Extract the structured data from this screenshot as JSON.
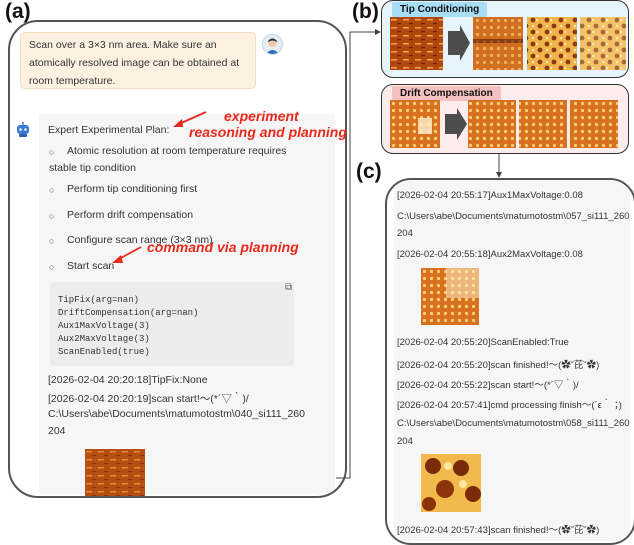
{
  "labels": {
    "a": "(a)",
    "b": "(b)",
    "c": "(c)"
  },
  "panel_a": {
    "user_message_lines": [
      "Scan over a 3×3 nm area. Make sure an",
      "atomically resolved image can be obtained at",
      "room temperature."
    ],
    "plan_title": "Expert Experimental Plan:",
    "plan_items": [
      "Atomic resolution at room temperature requires",
      "stable tip condition",
      "Perform tip conditioning first",
      "Perform drift compensation",
      "Configure scan range (3×3 nm)",
      "Start scan"
    ],
    "code_lines": "TipFix(arg=nan)\nDriftCompensation(arg=nan)\nAux1MaxVoltage(3)\nAux2MaxVoltage(3)\nScanEnabled(true)",
    "logs": [
      "[2026-02-04 20:20:18]TipFix:None",
      "[2026-02-04 20:20:19]scan start!～(*´▽｀)/",
      "C:\\Users\\abe\\Documents\\matumotostm\\040_si111_260",
      "204"
    ],
    "annotation_reasoning_1": "experiment",
    "annotation_reasoning_2": "reasoning  and planning",
    "annotation_command": "command via planning"
  },
  "panel_b": {
    "tip_title": "Tip Conditioning",
    "drift_title": "Drift Compensation"
  },
  "panel_c": {
    "logs": [
      "[2026-02-04 20:55:17]Aux1MaxVoltage:0.08",
      "C:\\Users\\abe\\Documents\\matumotostm\\057_si111_260",
      "204",
      "[2026-02-04 20:55:18]Aux2MaxVoltage:0.08"
    ],
    "logs2": [
      "[2026-02-04 20:55:20]ScanEnabled:True",
      "[2026-02-04 20:55:20]scan finished!～(✿˘芘˘✿)",
      "[2026-02-04 20:55:22]scan start!～(*´▽｀)/",
      "[2026-02-04 20:57:41]cmd processing finish～(´ε｀ ；)",
      "C:\\Users\\abe\\Documents\\matumotostm\\058_si111_260",
      "204"
    ],
    "logs3": [
      "[2026-02-04 20:57:43]scan finished!～(✿˘芘˘✿)"
    ]
  },
  "colors": {
    "annotation": "#e8291c",
    "stm_dark": "#7a2a08",
    "stm_light": "#f6c860"
  }
}
